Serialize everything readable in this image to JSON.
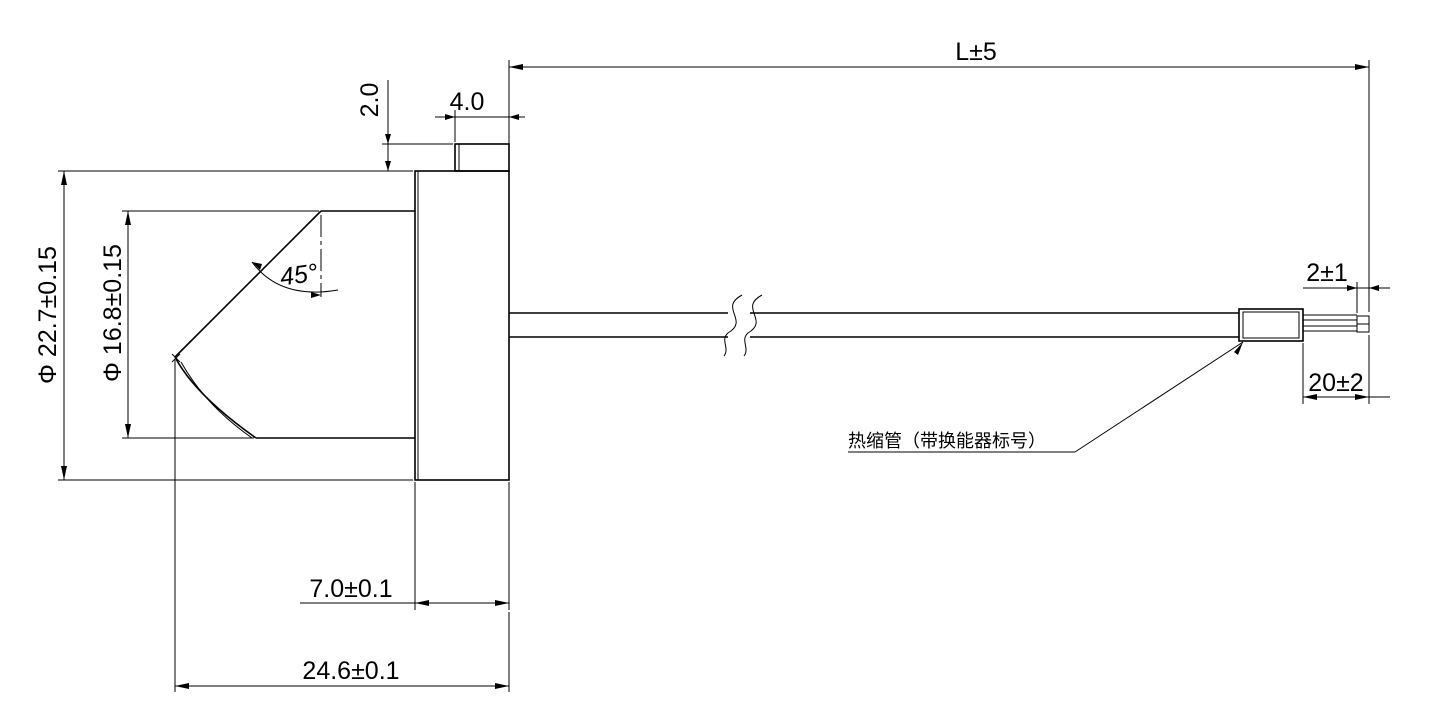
{
  "drawing": {
    "dimensions": {
      "cable_length": "L±5",
      "pin_height": "2.0",
      "pin_width": "4.0",
      "outer_diameter": "Φ 22.7±0.15",
      "inner_diameter": "Φ 16.8±0.15",
      "cone_angle": "45°",
      "flange_thickness": "7.0±0.1",
      "overall_length": "24.6±0.1",
      "wire_strip": "2±1",
      "wire_lead": "20±2"
    },
    "note": "热缩管（带换能器标号）",
    "colors": {
      "line": "#000000",
      "background": "#ffffff"
    }
  }
}
